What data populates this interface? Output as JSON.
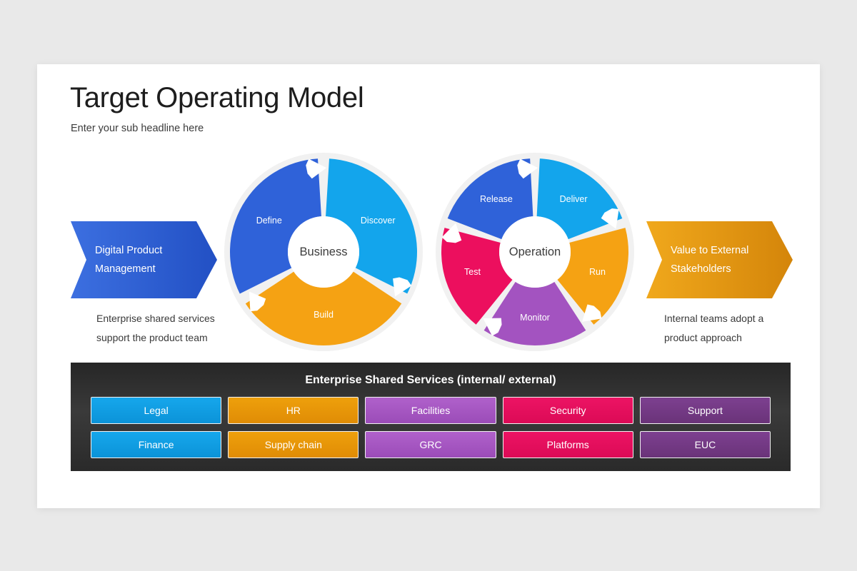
{
  "page": {
    "title": "Target Operating Model",
    "subtitle": "Enter your sub headline here",
    "background_color": "#e9e9e9",
    "card_color": "#ffffff"
  },
  "left_arrow": {
    "label_line1": "Digital Product",
    "label_line2": "Management",
    "color": "#2a5bd7",
    "icon": "chevron-right-banner"
  },
  "left_note": {
    "line1": "Enterprise shared services",
    "line2": "support the product team"
  },
  "right_arrow": {
    "label_line1": "Value to External",
    "label_line2": "Stakeholders",
    "color": "#e8960f",
    "icon": "chevron-right-banner"
  },
  "right_note": {
    "line1": "Internal teams adopt a",
    "line2": "product approach"
  },
  "chart_data": [
    {
      "type": "pie",
      "title": "Business",
      "center_label": "Business",
      "legend_position": "on-slice",
      "grid": false,
      "rotation_deg": -90,
      "gap_deg": 7,
      "inner_radius_ratio": 0.37,
      "outer_ring_color": "#f0f0f0",
      "arrow_color": "#ffffff",
      "categories": [
        "Discover",
        "Build",
        "Define"
      ],
      "values": [
        33.33,
        33.33,
        33.34
      ],
      "colors": [
        "#13a5ec",
        "#f5a213",
        "#2f62d9"
      ],
      "labels": [
        "Discover",
        "Build",
        "Define"
      ]
    },
    {
      "type": "pie",
      "title": "Operation",
      "center_label": "Operation",
      "legend_position": "on-slice",
      "grid": false,
      "rotation_deg": -90,
      "gap_deg": 6,
      "inner_radius_ratio": 0.37,
      "outer_ring_color": "#f0f0f0",
      "arrow_color": "#ffffff",
      "categories": [
        "Deliver",
        "Run",
        "Monitor",
        "Test",
        "Release"
      ],
      "values": [
        20,
        20,
        20,
        20,
        20
      ],
      "colors": [
        "#13a5ec",
        "#f5a213",
        "#a353c0",
        "#ec0f5e",
        "#2f62d9"
      ],
      "labels": [
        "Deliver",
        "Run",
        "Monitor",
        "Test",
        "Release"
      ]
    }
  ],
  "shared_services": {
    "title": "Enterprise Shared Services (internal/ external)",
    "bar_color": "#333333",
    "rows": [
      [
        {
          "label": "Legal",
          "color": "#0d9fe8",
          "style": "c-blue"
        },
        {
          "label": "HR",
          "color": "#e8960f",
          "style": "c-orange"
        },
        {
          "label": "Facilities",
          "color": "#a353c0",
          "style": "c-purple"
        },
        {
          "label": "Security",
          "color": "#e8115e",
          "style": "c-pink"
        },
        {
          "label": "Support",
          "color": "#733c82",
          "style": "c-dpurple"
        }
      ],
      [
        {
          "label": "Finance",
          "color": "#0d9fe8",
          "style": "c-blue"
        },
        {
          "label": "Supply chain",
          "color": "#e8960f",
          "style": "c-orange"
        },
        {
          "label": "GRC",
          "color": "#a353c0",
          "style": "c-purple"
        },
        {
          "label": "Platforms",
          "color": "#e8115e",
          "style": "c-pink"
        },
        {
          "label": "EUC",
          "color": "#733c82",
          "style": "c-dpurple"
        }
      ]
    ]
  }
}
